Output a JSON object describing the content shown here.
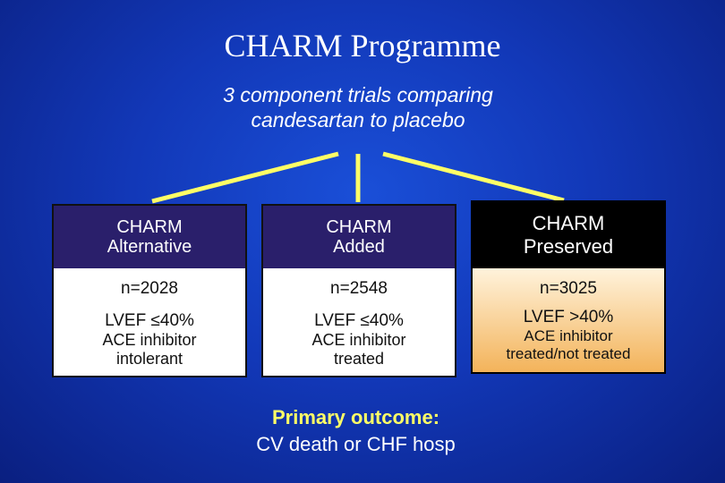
{
  "title": "CHARM Programme",
  "subtitle": [
    "3 component trials comparing",
    "candesartan to placebo"
  ],
  "trials": [
    {
      "name": [
        "CHARM",
        "Alternative"
      ],
      "n": "n=2028",
      "lvef": "LVEF ≤40%",
      "ace": [
        "ACE inhibitor",
        "intolerant"
      ]
    },
    {
      "name": [
        "CHARM",
        "Added"
      ],
      "n": "n=2548",
      "lvef": "LVEF ≤40%",
      "ace": [
        "ACE inhibitor",
        "treated"
      ]
    },
    {
      "name": [
        "CHARM",
        "Preserved"
      ],
      "n": "n=3025",
      "lvef": "LVEF >40%",
      "ace": [
        "ACE inhibitor",
        "treated/not treated"
      ]
    }
  ],
  "outcome": {
    "label": "Primary outcome:",
    "text": "CV death or CHF hosp"
  },
  "colors": {
    "background": "#1238b8",
    "connector": "#ffff66",
    "header": "#2a1f6b",
    "preserved_header": "#000000",
    "preserved_body": "#f3b35a"
  }
}
